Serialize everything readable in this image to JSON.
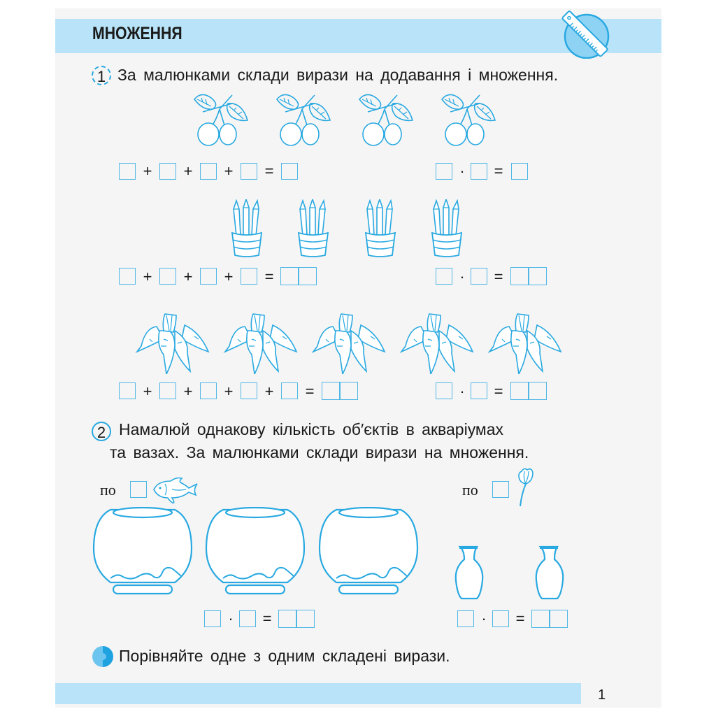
{
  "header": {
    "title": "МНОЖЕННЯ",
    "badge_icon": "ruler-icon",
    "colors": {
      "band": "#b9e3f8",
      "accent": "#29a9e1",
      "page": "#f6f5f5"
    }
  },
  "task1": {
    "number": "1",
    "instruction": "За малюнками склади вирази на додавання і множення.",
    "groups": [
      {
        "item": "cherries-icon",
        "count": 4,
        "addition": {
          "operands": 4,
          "operator": "+",
          "equals": "=",
          "result_cells": 1
        },
        "multiplication": {
          "operator": "·",
          "equals": "=",
          "result_cells": 1
        }
      },
      {
        "item": "pencil-cup-icon",
        "count": 4,
        "addition": {
          "operands": 4,
          "operator": "+",
          "equals": "=",
          "result_cells": 2
        },
        "multiplication": {
          "operator": "·",
          "equals": "=",
          "result_cells": 2
        }
      },
      {
        "item": "carrots-bunch-icon",
        "count": 5,
        "addition": {
          "operands": 5,
          "operator": "+",
          "equals": "=",
          "result_cells": 2
        },
        "multiplication": {
          "operator": "·",
          "equals": "=",
          "result_cells": 2
        }
      }
    ],
    "ops": {
      "plus": "+",
      "dot": "·",
      "eq": "="
    }
  },
  "task2": {
    "number": "2",
    "instruction_line1": "Намалюй однакову кількість об′єктів в акваріумах",
    "instruction_line2": "та вазах. За малюнками склади вирази на множення.",
    "left": {
      "prefix": "по",
      "item": "fish-icon",
      "containers": "aquarium-icon",
      "count": 3
    },
    "right": {
      "prefix": "по",
      "item": "tulip-icon",
      "containers": "vase-icon",
      "count": 2
    },
    "ops": {
      "dot": "·",
      "eq": "="
    }
  },
  "discussion": {
    "icon": "pair-work-icon",
    "text": "Порівняйте одне з одним складені вирази."
  },
  "footer": {
    "page_number": "1"
  }
}
